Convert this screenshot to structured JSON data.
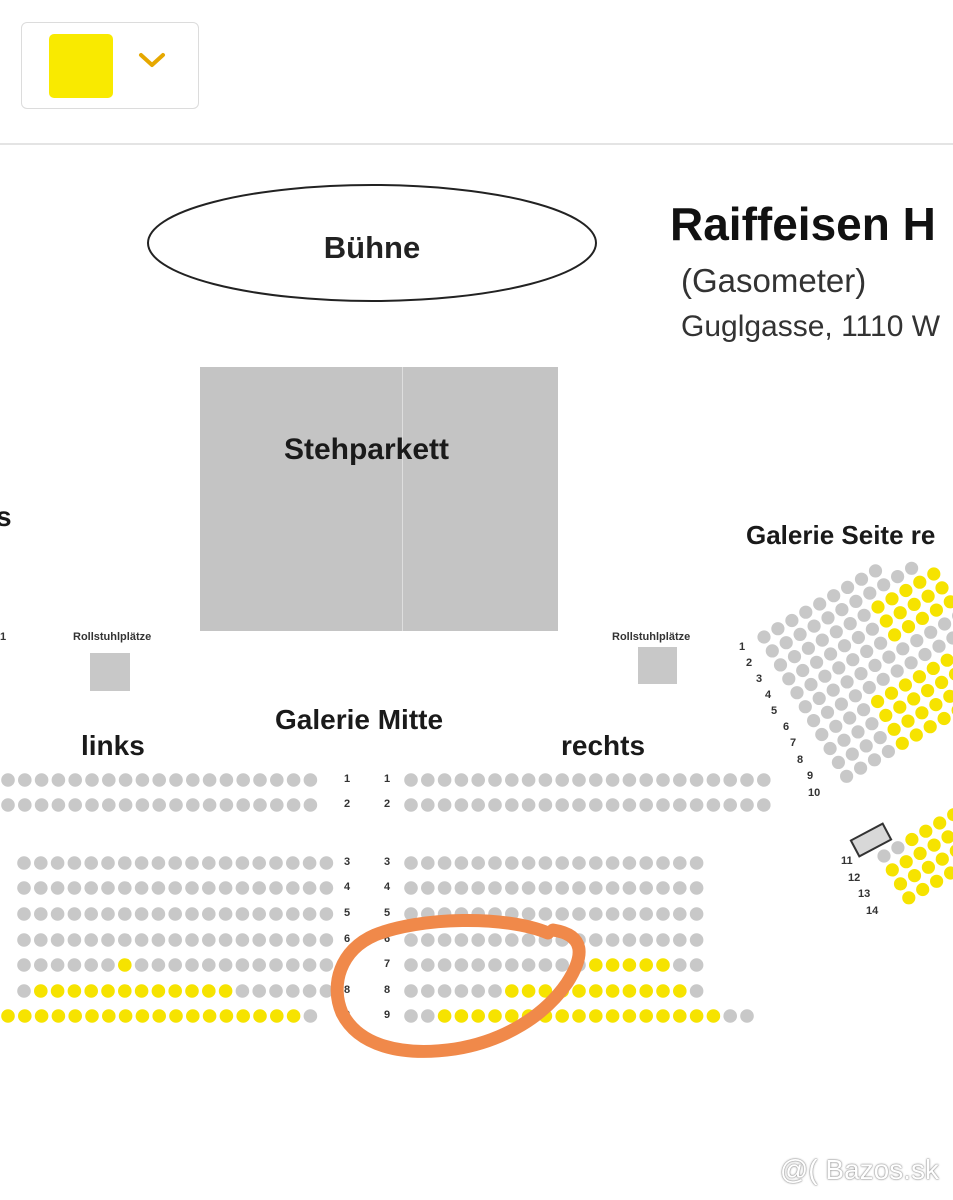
{
  "toolbar": {
    "color_swatch_hex": "#f9ea00",
    "chevron_icon": "chevron-down-icon",
    "chevron_color": "#e6a800"
  },
  "plan": {
    "stage_label": "Bühne",
    "venue_title": "Raiffeisen H",
    "venue_subtitle": "(Gasometer)",
    "venue_address": "Guglgasse, 1110 W",
    "standing_label": "Stehparkett",
    "wheelchair_left_label": "Rollstuhlplätze",
    "wheelchair_right_label": "Rollstuhlplätze",
    "left_edge_label": "s",
    "left_edge_num": "1",
    "galerie_mitte_label": "Galerie Mitte",
    "links_label": "links",
    "rechts_label": "rechts",
    "galerie_seite_label": "Galerie Seite re",
    "row_numbers": [
      "1",
      "2",
      "3",
      "4",
      "5",
      "6",
      "7",
      "8",
      "9"
    ],
    "side_row_numbers": [
      "1",
      "2",
      "3",
      "4",
      "5",
      "6",
      "7",
      "8",
      "9",
      "10",
      "11",
      "12",
      "13",
      "14"
    ],
    "seat_colors": {
      "available": "#c8c8c8",
      "selected": "#f6e300"
    },
    "annotation_color": "#f0894a"
  },
  "watermark": "@( Bazos.sk"
}
